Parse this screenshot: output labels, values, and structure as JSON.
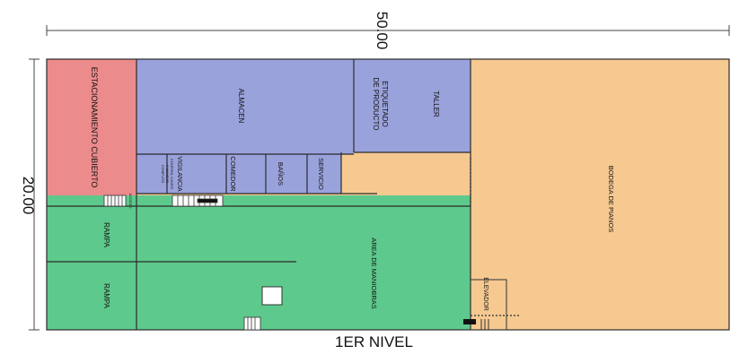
{
  "plan": {
    "title": "1ER NIVEL",
    "dimensions": {
      "width": "50.00",
      "height": "20.00"
    },
    "colors": {
      "parking": "#ec8b8b",
      "storage": "#9aa2dc",
      "warehouse": "#f6c991",
      "maneuver": "#5ec98c",
      "outline": "#2b2b2b"
    },
    "rooms": {
      "parking": "ESTACIONAMIENTO CUBIERTO",
      "almacen": "ALMACEN",
      "etiquetado_1": "ETIQUETADO",
      "etiquetado_2": "DE PRODUCTO",
      "taller": "TALLER",
      "vigilancia": "VIGILANCIA",
      "vigilancia_note_1": "CONTROL CANTO",
      "vigilancia_note_2": "Y MANEJO",
      "vigilancia_note_3": "COMPUTO",
      "comedor": "COMEDOR",
      "banos": "BAÑOS",
      "servicio": "SERVICIO",
      "acceso": "ACCESO",
      "rampa_1": "RAMPA",
      "rampa_2": "RAMPA",
      "maniobras": "AREA DE MANIOBRAS",
      "elevador": "ELEVADOR",
      "bodega": "BODEGA DE PIANOS"
    }
  }
}
